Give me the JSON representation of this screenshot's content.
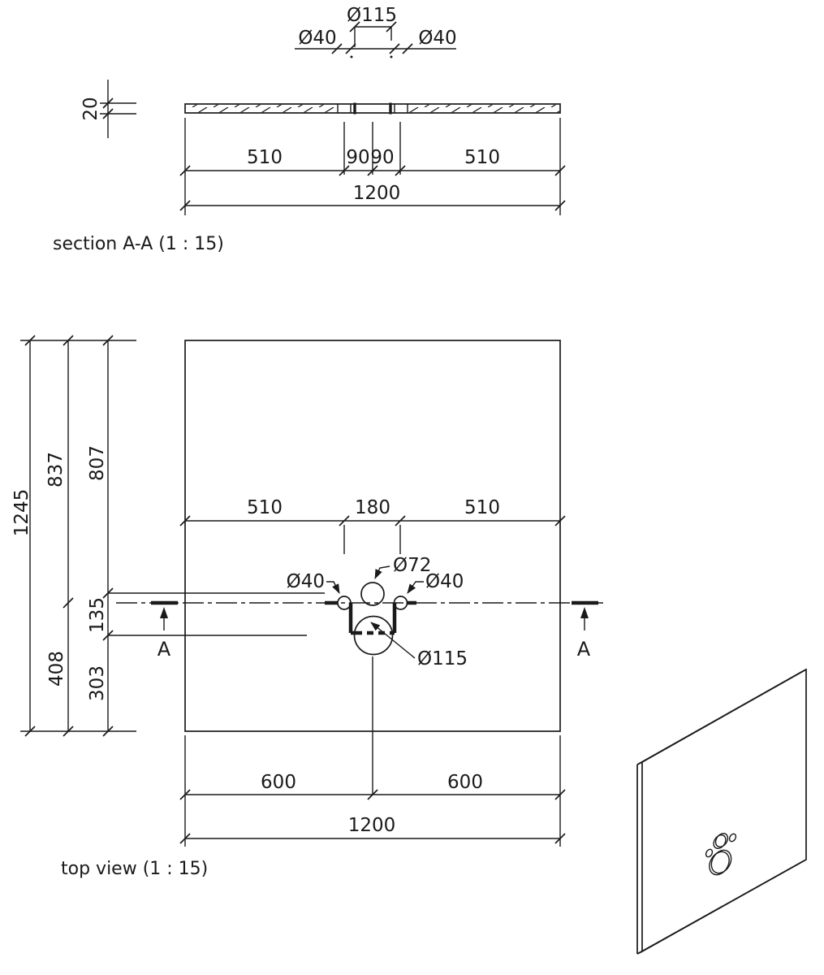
{
  "section_view": {
    "caption": "section A-A (1 : 15)",
    "labels": {
      "dia115": "Ø115",
      "dia40_left": "Ø40",
      "dia40_right": "Ø40",
      "thickness": "20",
      "seg510_left": "510",
      "seg90_left": "90",
      "seg90_right": "90",
      "seg510_right": "510",
      "total_width": "1200"
    }
  },
  "top_view": {
    "caption": "top view (1 : 15)",
    "labels": {
      "total_height": "1245",
      "h837": "837",
      "h807": "807",
      "h135": "135",
      "h408": "408",
      "h303": "303",
      "seg510_left": "510",
      "seg180": "180",
      "seg510_right": "510",
      "dia72": "Ø72",
      "dia40_left": "Ø40",
      "dia40_right": "Ø40",
      "dia115": "Ø115",
      "seg600_left": "600",
      "seg600_right": "600",
      "total_width": "1200",
      "cut_label_left": "A",
      "cut_label_right": "A"
    }
  },
  "iso_view": {
    "description": "isometric view of panel with holes"
  },
  "line_color": "#1a1a1a",
  "background_color": "#ffffff"
}
